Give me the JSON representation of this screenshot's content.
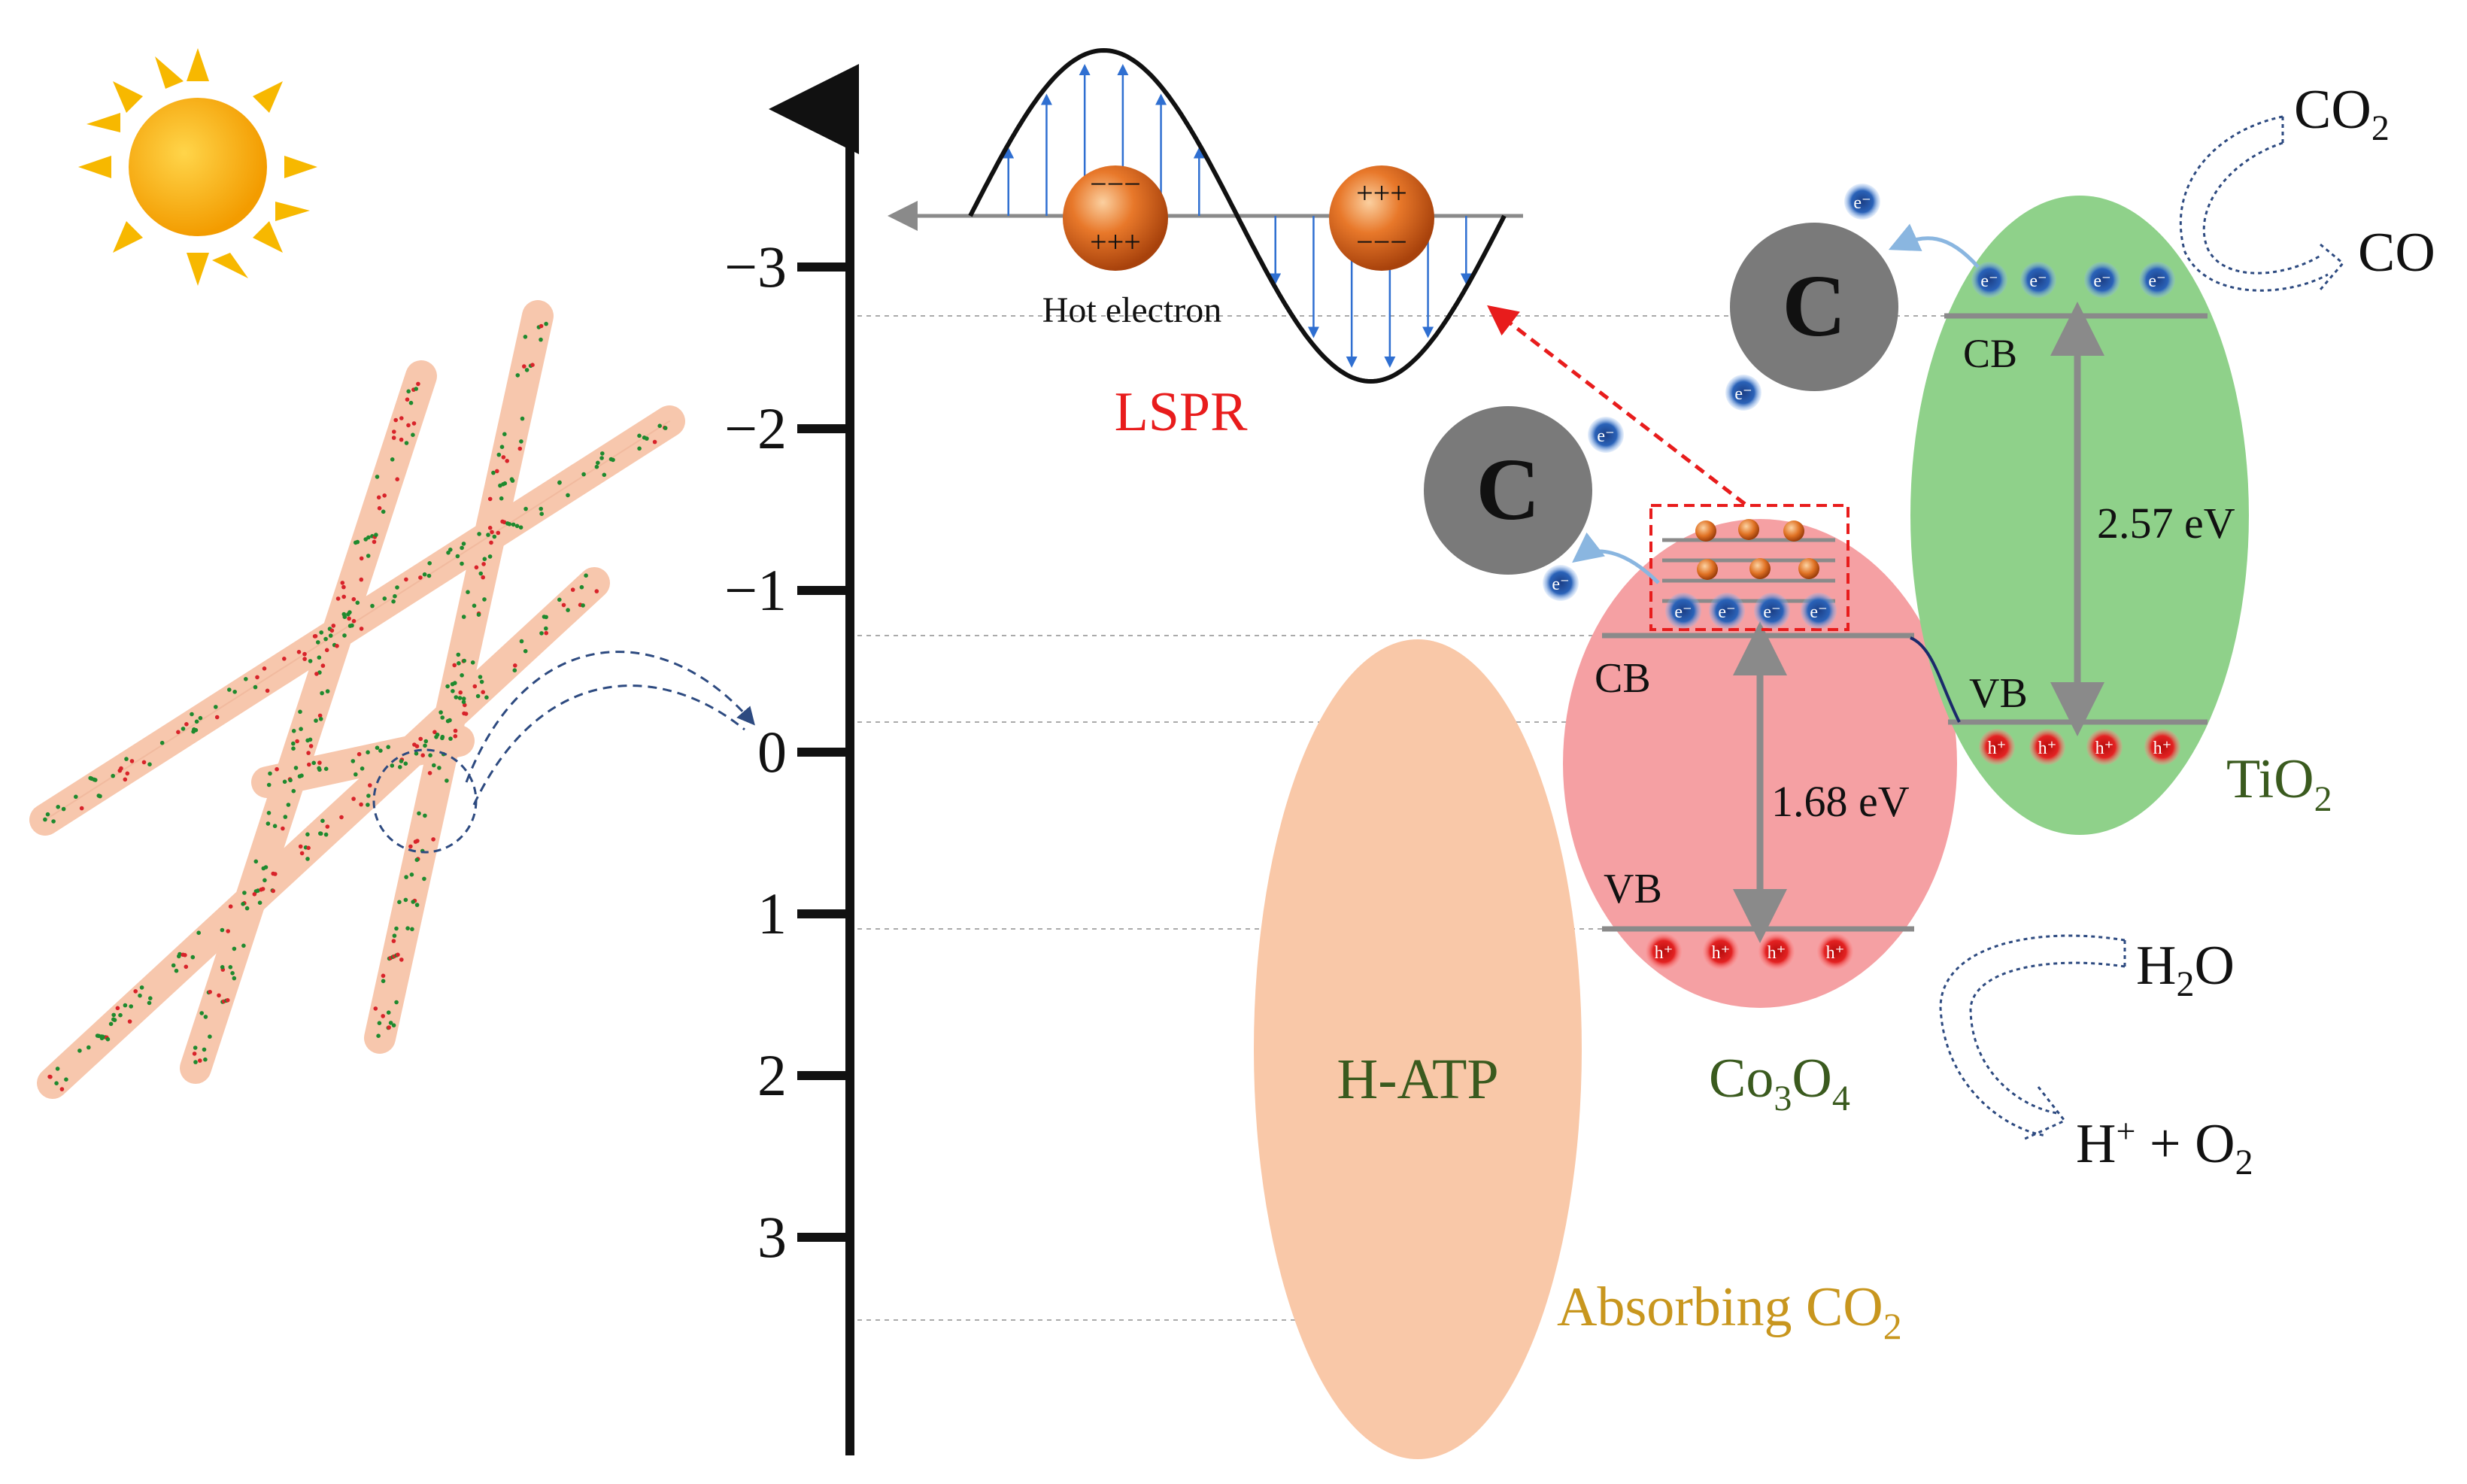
{
  "energy_axis": {
    "ticks": [
      {
        "label": "−3",
        "value": -3
      },
      {
        "label": "−2",
        "value": -2
      },
      {
        "label": "−1",
        "value": -1
      },
      {
        "label": "0",
        "value": 0
      },
      {
        "label": "1",
        "value": 1
      },
      {
        "label": "2",
        "value": 2
      },
      {
        "label": "3",
        "value": 3
      }
    ]
  },
  "lspr": {
    "label": "LSPR",
    "hot_electron_label": "Hot electron",
    "charge_minus": "−−−",
    "charge_plus": "+++"
  },
  "carbon": {
    "label": "C"
  },
  "electron_label": "e⁻",
  "hole_label": "h⁺",
  "materials": {
    "h_atp": {
      "label": "H-ATP",
      "color": "#f9c8a8"
    },
    "co3o4": {
      "label_main": "Co",
      "label_sub1": "3",
      "label_mid": "O",
      "label_sub2": "4",
      "color": "#f5a0a3",
      "cb_label": "CB",
      "vb_label": "VB",
      "band_gap": "1.68 eV"
    },
    "tio2": {
      "label_main": "TiO",
      "label_sub": "2",
      "color": "#8fd18a",
      "cb_label": "CB",
      "vb_label": "VB",
      "band_gap": "2.57 eV"
    }
  },
  "reactions": {
    "co2": {
      "main": "CO",
      "sub": "2"
    },
    "co": {
      "main": "CO"
    },
    "h2o": {
      "pre": "H",
      "sub": "2",
      "post": "O"
    },
    "products": {
      "h": "H",
      "sup": "+",
      "mid": " + O",
      "sub": "2"
    }
  },
  "absorbing": {
    "main": "Absorbing CO",
    "sub": "2"
  },
  "colors": {
    "label_green": "#3a5a1e",
    "lspr_red": "#e81c1c",
    "absorbing_gold": "#c8961e",
    "arrow_gray": "#8a8a8a",
    "electron_blue": "#1f4e9c",
    "hole_red": "#d41b1b",
    "sun_orange": "#f7a400",
    "rod_peach": "#f7c7ad"
  }
}
